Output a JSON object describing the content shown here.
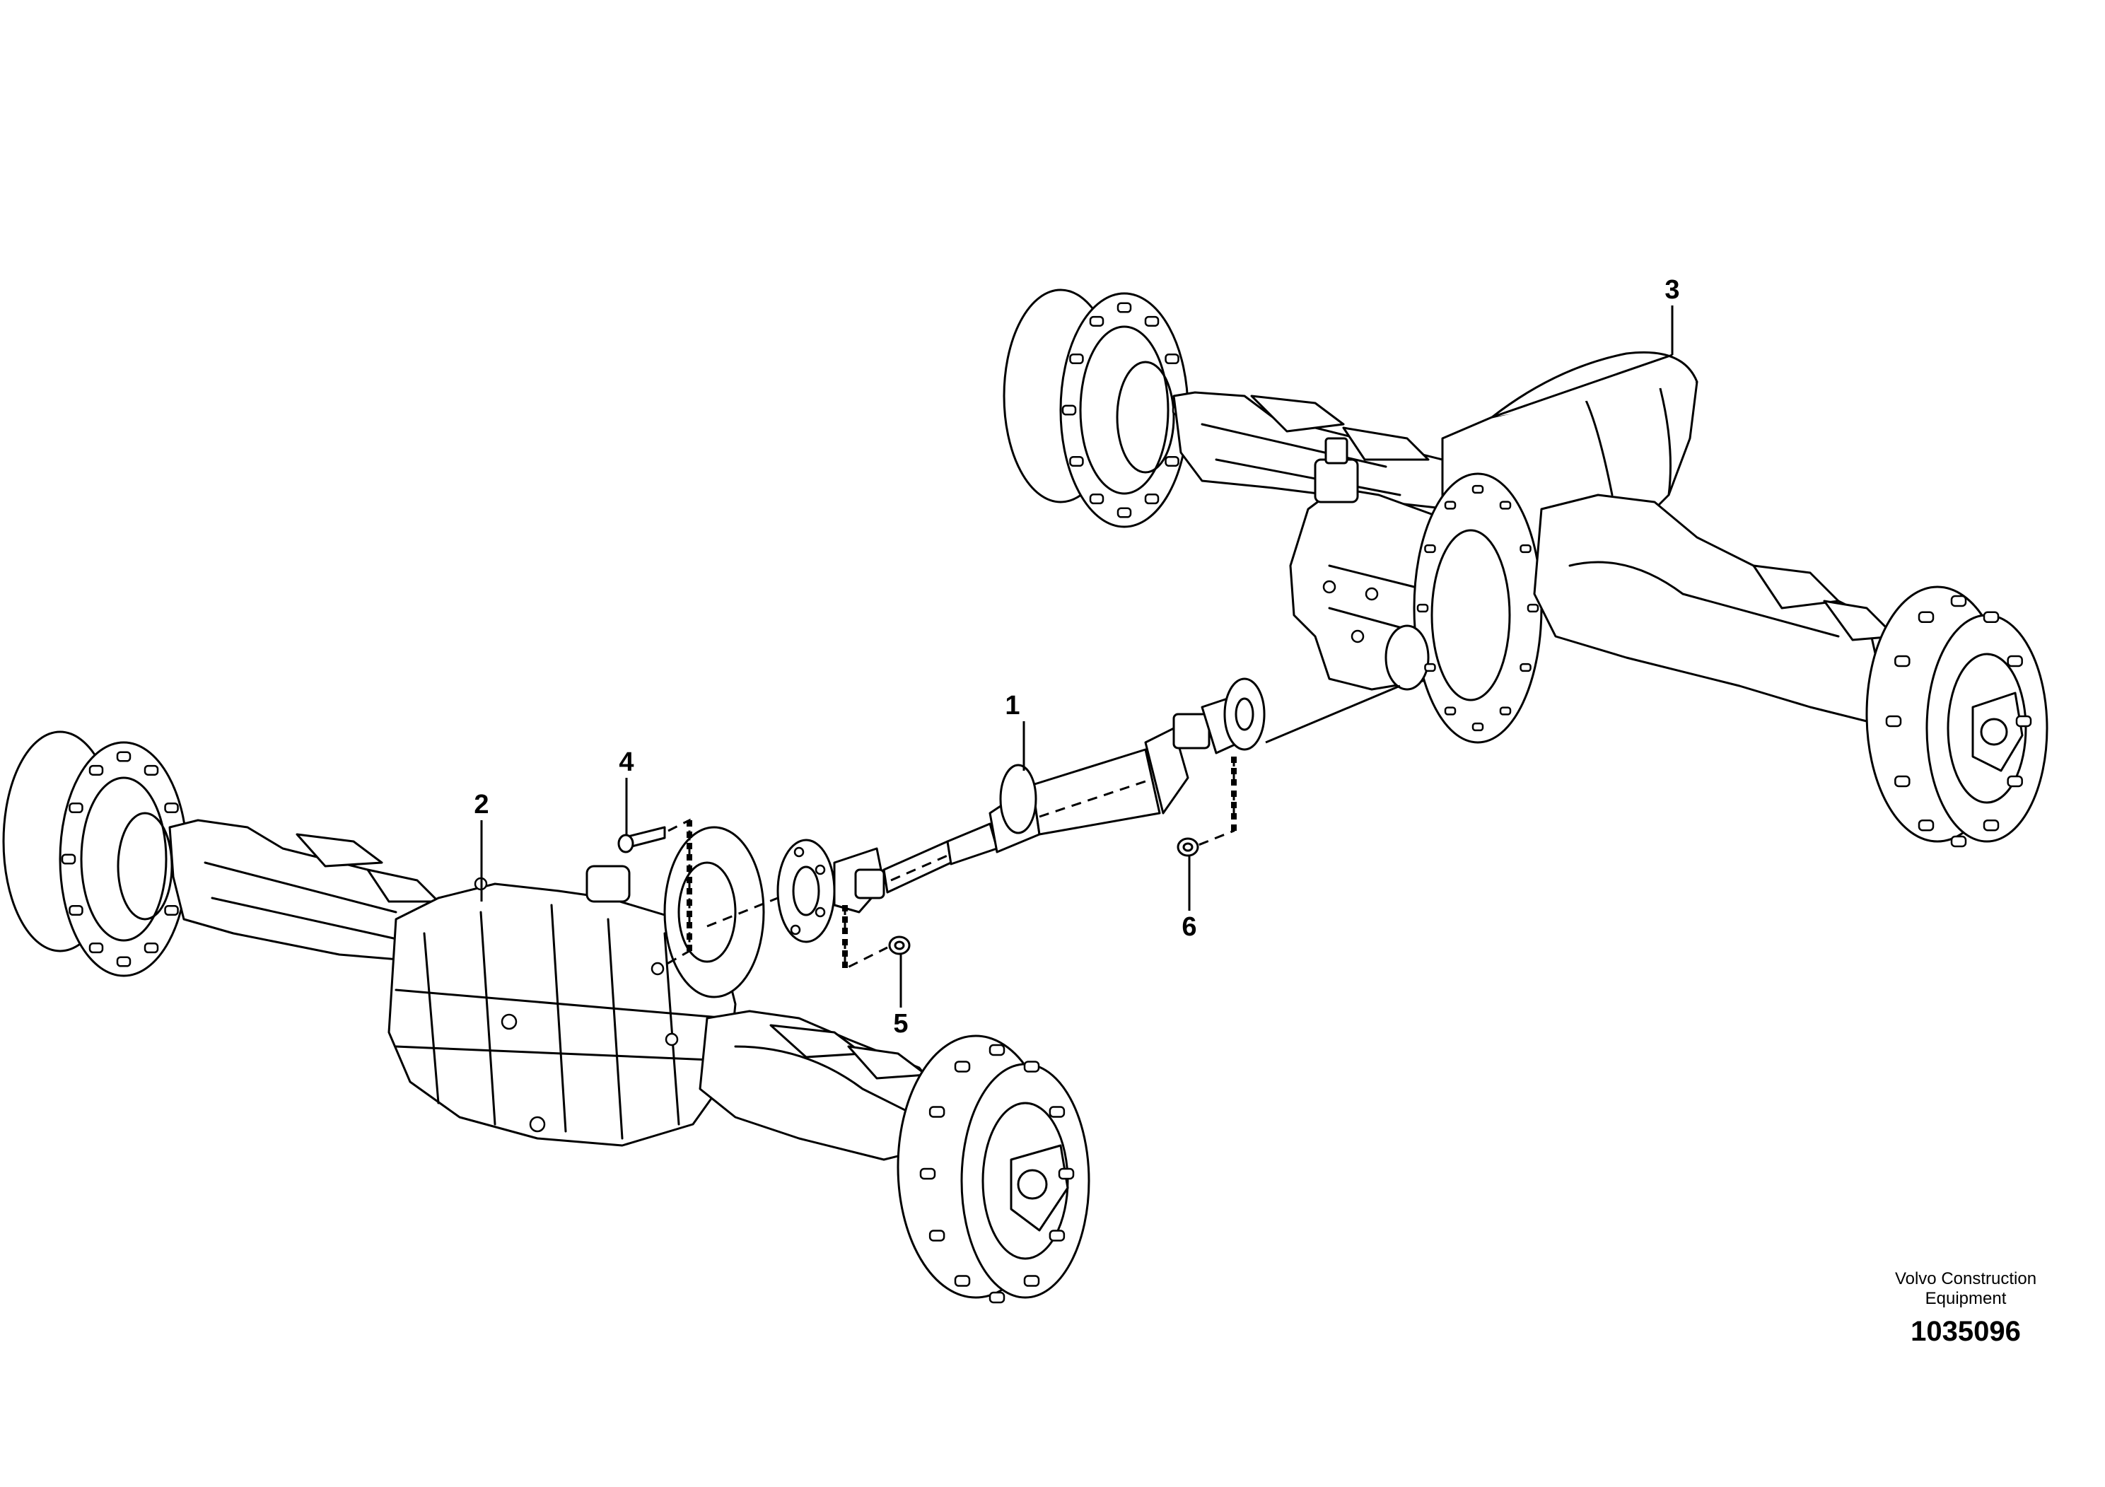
{
  "callouts": [
    {
      "id": "1",
      "label": "1"
    },
    {
      "id": "2",
      "label": "2"
    },
    {
      "id": "3",
      "label": "3"
    },
    {
      "id": "4",
      "label": "4"
    },
    {
      "id": "5",
      "label": "5"
    },
    {
      "id": "6",
      "label": "6"
    }
  ],
  "watermark": {
    "maker": "Volvo Construction Equipment",
    "maker_line1": "Volvo Construction",
    "maker_line2": "Equipment",
    "drawing_number": "1035096"
  },
  "colors": {
    "line": "#000000",
    "background": "#ffffff"
  }
}
